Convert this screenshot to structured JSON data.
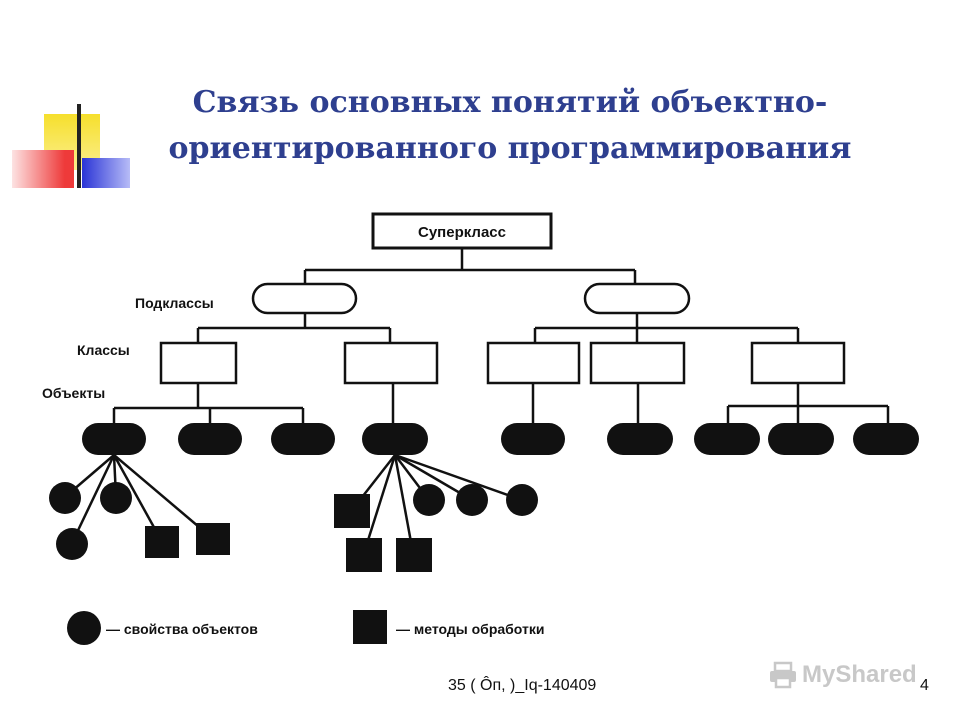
{
  "title": {
    "line1": "Связь основных понятий объектно-",
    "line2": "ориентированного программирования"
  },
  "diagram": {
    "superclass": "Суперкласс",
    "level_labels": {
      "subclasses": "Подклассы",
      "classes": "Классы",
      "objects": "Объекты"
    },
    "legend": {
      "properties": "— свойства объектов",
      "methods": "— методы обработки"
    }
  },
  "footer": {
    "text": "35 ( Ôп, )_Iq-140409",
    "page": "4"
  },
  "watermark": {
    "text": "MyShared",
    "icon": "printer-icon"
  },
  "colors": {
    "title": "#2e3f8f",
    "deco_yellow": "#f6df2c",
    "deco_blue": "#2a34d6",
    "deco_red": "#ee3a3a"
  }
}
